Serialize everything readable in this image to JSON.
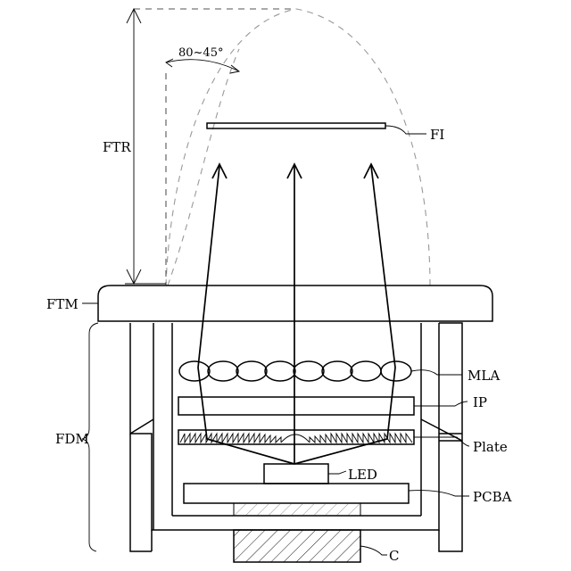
{
  "labels": {
    "ftr": "FTR",
    "ftm": "FTM",
    "fdm": "FDM",
    "fi": "FI",
    "mla": "MLA",
    "ip": "IP",
    "plate": "Plate",
    "led": "LED",
    "pcba": "PCBA",
    "c": "C",
    "angle": "80~45°"
  }
}
